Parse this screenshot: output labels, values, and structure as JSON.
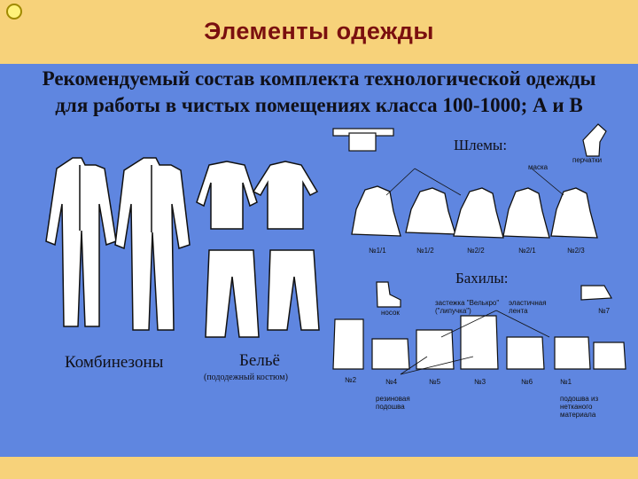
{
  "header": {
    "title": "Элементы одежды"
  },
  "main": {
    "title_line1": "Рекомендуемый состав комплекта технологической одежды",
    "title_line2": "для работы в чистых помещениях класса 100-1000; А и В",
    "labels": {
      "overalls": "Комбинезоны",
      "underwear": "Бельё",
      "underwear_note": "(пододежный костюм)",
      "helmets": "Шлемы:",
      "boots": "Бахилы:"
    },
    "helmet_codes": [
      "№1/1",
      "№1/2",
      "№2/2",
      "№2/1",
      "№2/3"
    ],
    "boot_codes": [
      "№2",
      "№4",
      "№5",
      "№3",
      "№6",
      "№1",
      "№7"
    ],
    "small_notes": {
      "sock": "носок",
      "fastener": "застежка \"Велькро\" (\"липучка\")",
      "elastic": "эластичная лента",
      "rubber_sole": "резиновая подошва",
      "nonwoven_sole": "подошва из нетканого материала",
      "mask": "маска",
      "gloves": "перчатки"
    }
  }
}
